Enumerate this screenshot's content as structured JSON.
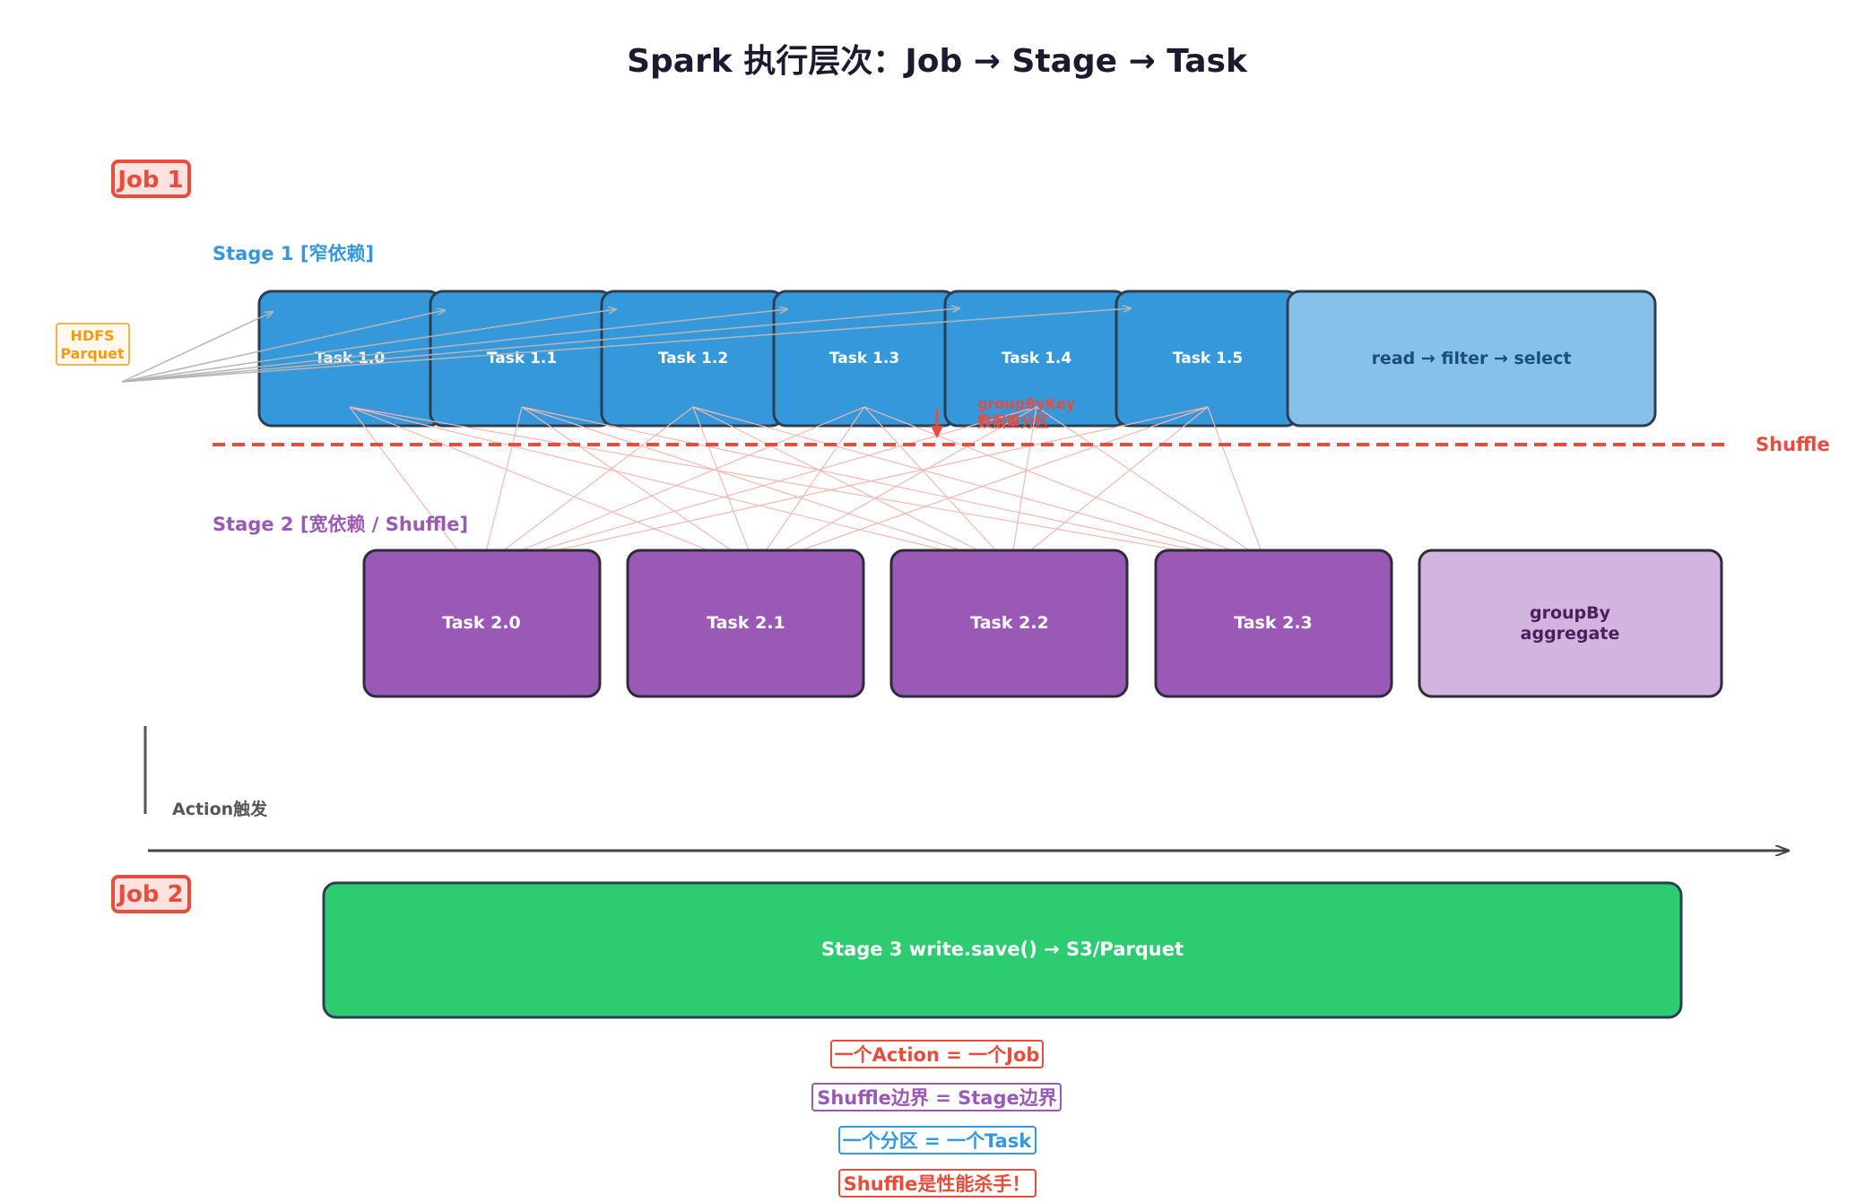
{
  "title": "Spark 执行层次：Job → Stage → Task",
  "colors": {
    "job": "#e74c3c",
    "stage1": "#3498db",
    "stage1_op": "#85c1e9",
    "stage2": "#9b59b6",
    "stage2_op": "#d2b4de",
    "stage3": "#2ecc71",
    "hdfs": "#f39c12",
    "shuffle": "#e74c3c"
  },
  "job1": {
    "label": "Job 1"
  },
  "job2": {
    "label": "Job 2"
  },
  "source": {
    "line1": "HDFS",
    "line2": "Parquet"
  },
  "stage1": {
    "label": "Stage 1  [窄依赖]",
    "tasks": [
      "Task 1.0",
      "Task 1.1",
      "Task 1.2",
      "Task 1.3",
      "Task 1.4",
      "Task 1.5"
    ],
    "ops": "read → filter → select"
  },
  "shuffle": {
    "label": "Shuffle",
    "note_line1": "groupByKey",
    "note_line2": "数据重分区"
  },
  "stage2": {
    "label": "Stage 2  [宽依赖 / Shuffle]",
    "tasks": [
      "Task 2.0",
      "Task 2.1",
      "Task 2.2",
      "Task 2.3"
    ],
    "ops_line1": "groupBy",
    "ops_line2": "aggregate"
  },
  "action": {
    "label": "Action触发"
  },
  "stage3": {
    "label": "Stage 3  write.save()  →  S3/Parquet"
  },
  "legend": [
    {
      "text": "一个Action = 一个Job",
      "color": "#e74c3c"
    },
    {
      "text": "Shuffle边界 = Stage边界",
      "color": "#9b59b6"
    },
    {
      "text": "一个分区 = 一个Task",
      "color": "#3498db"
    },
    {
      "text": "Shuffle是性能杀手！",
      "color": "#e74c3c"
    }
  ]
}
